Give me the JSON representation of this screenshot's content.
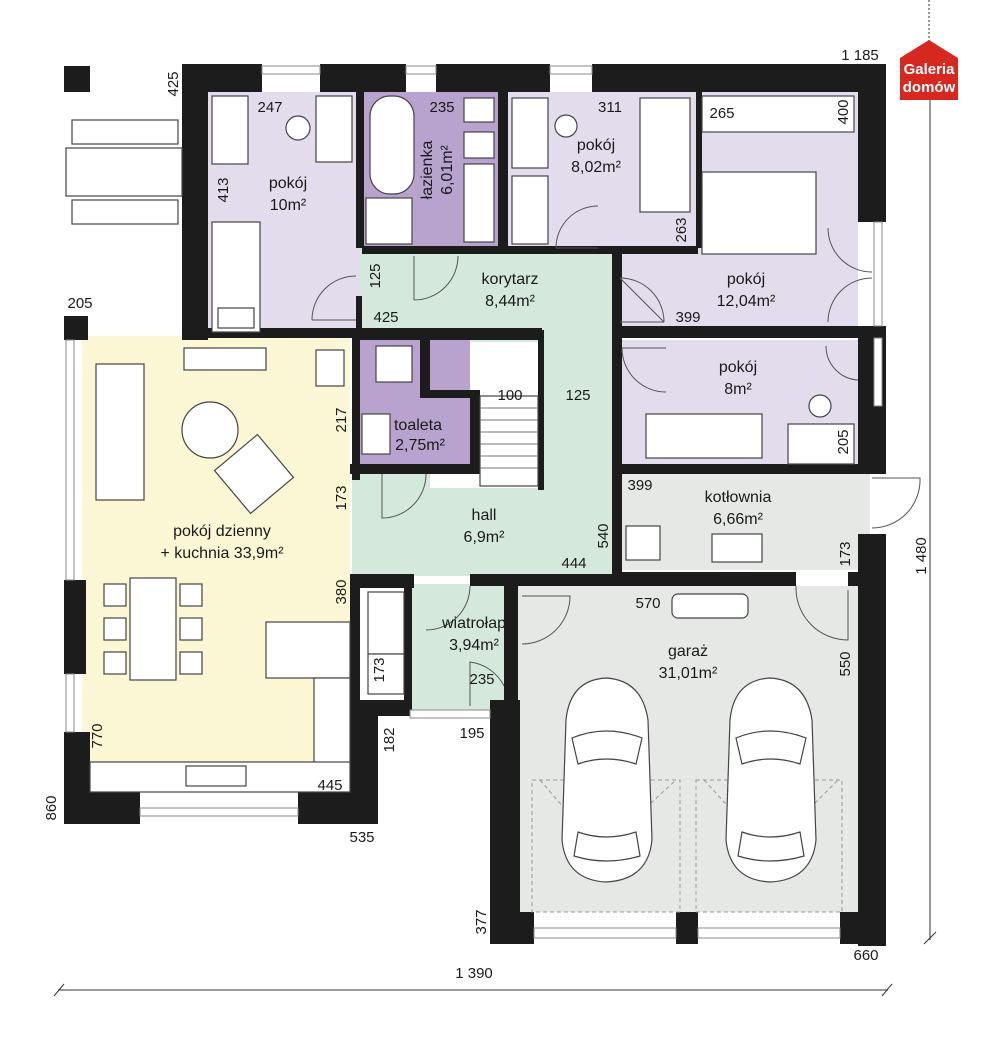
{
  "colors": {
    "bedroom": "#e3dcec",
    "bathroom": "#b8a3cf",
    "circulation": "#d4e9dc",
    "living": "#fbf7d4",
    "garage": "#e6e8e6",
    "wall": "#1c1c1c",
    "logo": "#d6281e"
  },
  "logo": {
    "line1": "Galeria",
    "line2": "domów"
  },
  "rooms": {
    "pokoj1": {
      "name": "pokój",
      "area": "10m²"
    },
    "lazienka": {
      "name": "łazienka",
      "area": "6,01m²"
    },
    "pokoj2": {
      "name": "pokój",
      "area": "8,02m²"
    },
    "pokoj3": {
      "name": "pokój",
      "area": "12,04m²"
    },
    "korytarz": {
      "name": "korytarz",
      "area": "8,44m²"
    },
    "pokoj4": {
      "name": "pokój",
      "area": "8m²"
    },
    "toaleta": {
      "name": "toaleta",
      "area": "2,75m²"
    },
    "hall": {
      "name": "hall",
      "area": "6,9m²"
    },
    "kotlownia": {
      "name": "kotłownia",
      "area": "6,66m²"
    },
    "dzienny": {
      "name": "pokój dzienny",
      "area": "+ kuchnia 33,9m²"
    },
    "wiatrolap": {
      "name": "wiatrołap",
      "area": "3,94m²"
    },
    "garaz": {
      "name": "garaż",
      "area": "31,01m²"
    }
  },
  "dimensions": {
    "d1185": "1 185",
    "d425a": "425",
    "d247": "247",
    "d235a": "235",
    "d311": "311",
    "d265": "265",
    "d400": "400",
    "d413": "413",
    "d263": "263",
    "d125a": "125",
    "d425b": "425",
    "d399a": "399",
    "d205a": "205",
    "d217": "217",
    "d100": "100",
    "d125b": "125",
    "d205b": "205",
    "d173a": "173",
    "d399b": "399",
    "d540": "540",
    "d444": "444",
    "d173b": "173",
    "d1480": "1 480",
    "d380": "380",
    "d570": "570",
    "d173c": "173",
    "d235b": "235",
    "d550": "550",
    "d770": "770",
    "d182": "182",
    "d195": "195",
    "d445": "445",
    "d860": "860",
    "d535": "535",
    "d377": "377",
    "d660": "660",
    "d1390": "1 390"
  }
}
